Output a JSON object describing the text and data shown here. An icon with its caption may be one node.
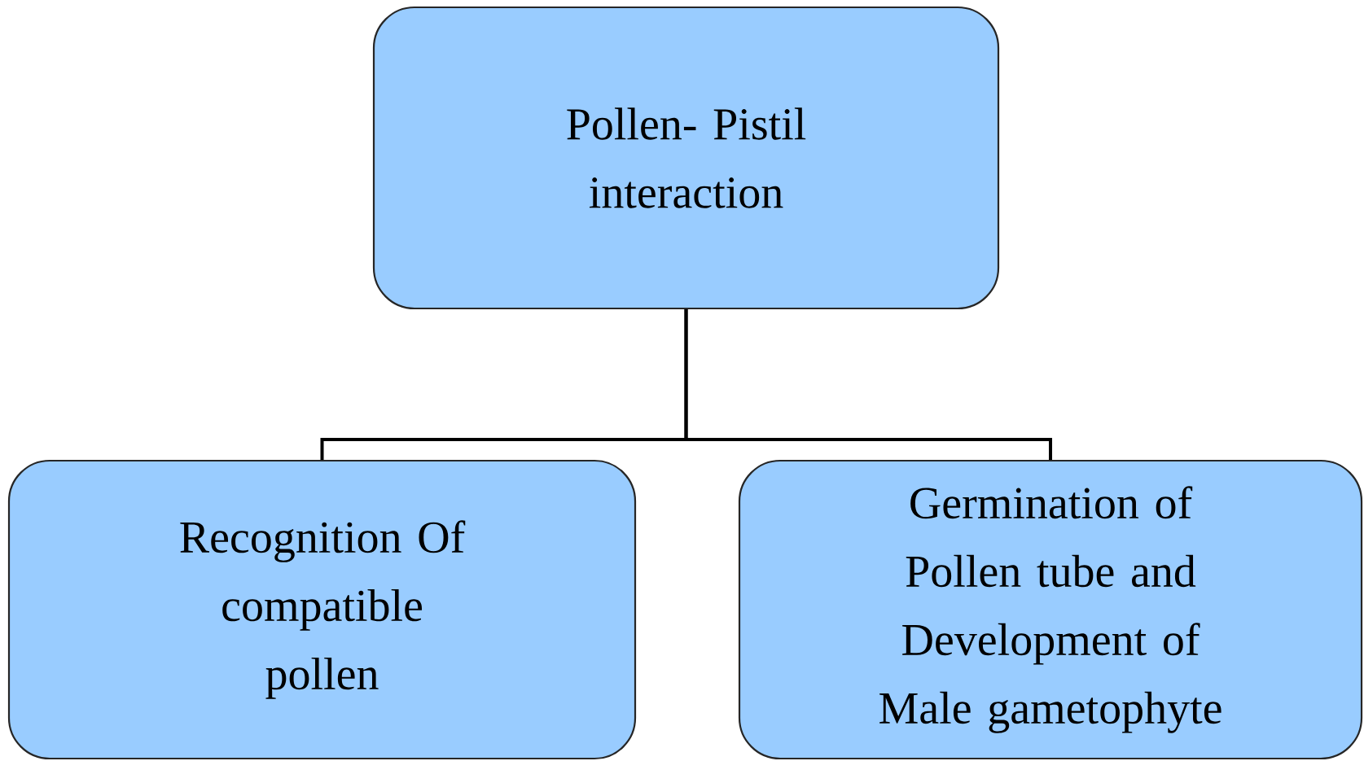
{
  "diagram": {
    "nodes": [
      {
        "text": [
          "Pollen- Pistil interaction"
        ]
      },
      {
        "text": [
          "Recognition Of compatible pollen"
        ]
      },
      {
        "text": [
          "Germination of Pollen tube and Development of Male gametophyte"
        ]
      }
    ],
    "edges": [
      {
        "from": 0,
        "to": 1,
        "arrow": "none"
      },
      {
        "from": 0,
        "to": 2,
        "arrow": "none"
      }
    ]
  }
}
